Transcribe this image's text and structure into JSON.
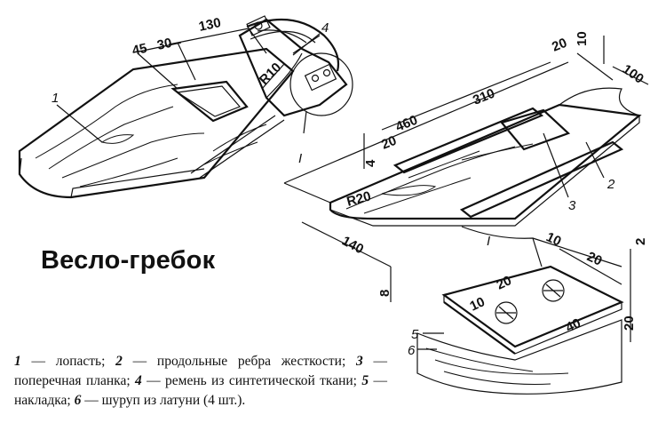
{
  "title": "Весло-гребок",
  "callouts": {
    "blade": "1",
    "rib": "2",
    "crossbar": "3",
    "strap": "4",
    "pad": "5",
    "screw": "6",
    "detail_I_left": "I",
    "detail_I_right": "I"
  },
  "dims": {
    "d130": "130",
    "d30": "30",
    "d45": "45",
    "r10": "R10",
    "d460": "460",
    "d310": "310",
    "d20_top": "20",
    "d10_top": "10",
    "d100": "100",
    "d20_slot": "20",
    "d4": "4",
    "r20": "R20",
    "d140": "140",
    "d8": "8",
    "det_10": "10",
    "det_20a": "20",
    "det_2": "2",
    "det_20b": "20",
    "det_10b": "10",
    "det_40": "40",
    "det_20c": "20"
  },
  "legend": [
    {
      "num": "1",
      "text": " — лопасть; "
    },
    {
      "num": "2",
      "text": " — продольные ребра жесткости; "
    },
    {
      "num": "3",
      "text": " — поперечная планка; "
    },
    {
      "num": "4",
      "text": " — ремень из синтетической ткани; "
    },
    {
      "num": "5",
      "text": " — накладка; "
    },
    {
      "num": "6",
      "text": " — шуруп из латуни (4 шт.)."
    }
  ]
}
